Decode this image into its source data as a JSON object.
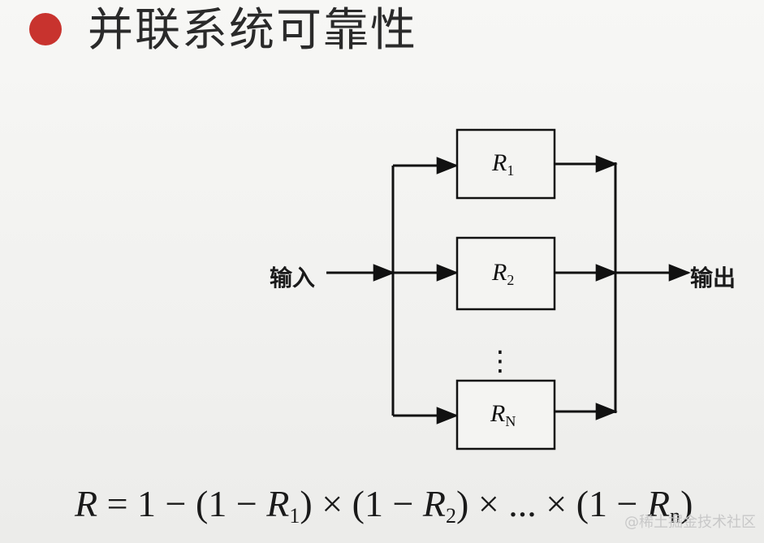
{
  "slide": {
    "title": "并联系统可靠性",
    "bullet_color": "#c8332e"
  },
  "diagram": {
    "input_label": "输入",
    "output_label": "输出",
    "blocks": [
      {
        "main": "R",
        "sub": "1"
      },
      {
        "main": "R",
        "sub": "2"
      },
      {
        "main": "R",
        "sub": "N"
      }
    ],
    "ellipsis": "⋮"
  },
  "formula": {
    "lhs": "R",
    "eq": " = 1 − (1 − ",
    "r1": "R",
    "r1_sub": "1",
    "mid1": ") × (1 − ",
    "r2": "R",
    "r2_sub": "2",
    "mid2": ") × ... × (1 − ",
    "rn": "R",
    "rn_sub": "n",
    "end": ")"
  },
  "watermark": "@稀土掘金技术社区"
}
